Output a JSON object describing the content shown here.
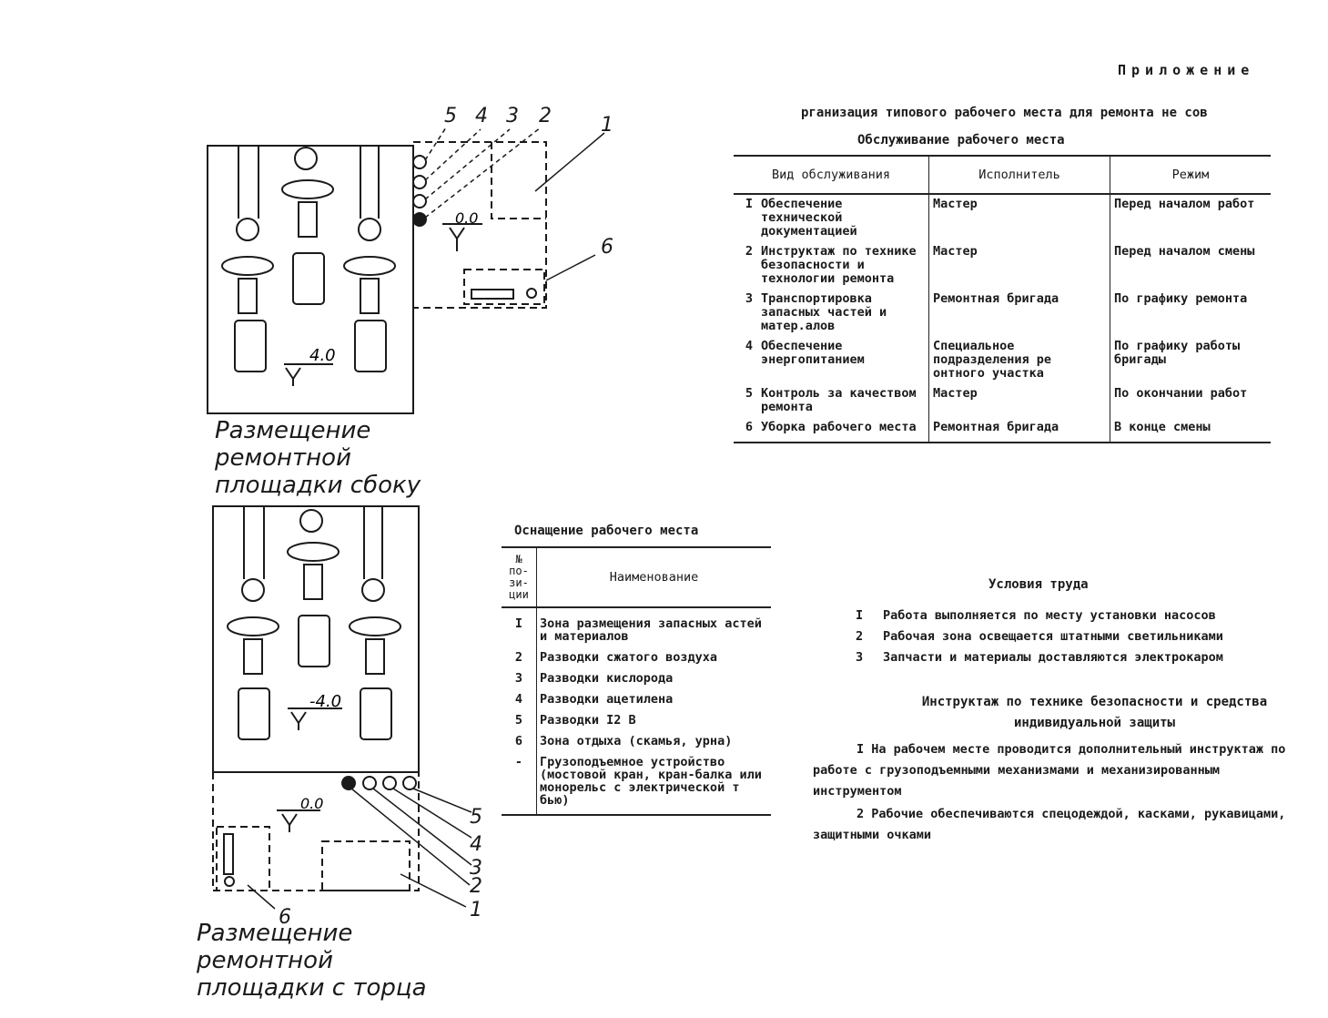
{
  "appendix_label": "Приложение",
  "org_title": "рганизация типового рабочего места для ремонта не сов",
  "service": {
    "caption": "Обслуживание рабочего места",
    "headers": [
      "Вид обслуживания",
      "Исполнитель",
      "Режим"
    ],
    "rows": [
      {
        "num": "I",
        "vid": "Обеспечение технической документацией",
        "isp": "Мастер",
        "rezhim": "Перед началом работ"
      },
      {
        "num": "2",
        "vid": "Инструктаж по технике безопасности и технологии ремонта",
        "isp": "Мастер",
        "rezhim": "Перед началом смены"
      },
      {
        "num": "3",
        "vid": "Транспортировка запасных частей и матер.алов",
        "isp": "Ремонтная бригада",
        "rezhim": "По графику ремонта"
      },
      {
        "num": "4",
        "vid": "Обеспечение энергопитанием",
        "isp": "Специальное подразделения ре онтного участка",
        "rezhim": "По графику работы бригады"
      },
      {
        "num": "5",
        "vid": "Контроль за качеством ремонта",
        "isp": "Мастер",
        "rezhim": "По окончании работ"
      },
      {
        "num": "6",
        "vid": "Уборка рабочего места",
        "isp": "Ремонтная бригада",
        "rezhim": "В конце смены"
      }
    ]
  },
  "equipment": {
    "caption": "Оснащение рабочего места",
    "header_no": "№ по- зи- ции",
    "header_name": "Наименование",
    "rows": [
      {
        "num": "I",
        "name": "Зона размещения запасных астей и материалов"
      },
      {
        "num": "2",
        "name": "Разводки сжатого воздуха"
      },
      {
        "num": "3",
        "name": "Разводки кислорода"
      },
      {
        "num": "4",
        "name": "Разводки ацетилена"
      },
      {
        "num": "5",
        "name": "Разводки I2 В"
      },
      {
        "num": "6",
        "name": "Зона отдыха (скамья, урна)"
      },
      {
        "num": "-",
        "name": "Грузоподъемное устройство (мостовой кран, кран-балка или монорельс с электрической т бью)"
      }
    ]
  },
  "conditions": {
    "title": "Условия труда",
    "items": [
      {
        "num": "I",
        "text": "Работа выполняется по месту установки насосов"
      },
      {
        "num": "2",
        "text": "Рабочая зона освещается штатными светильниками"
      },
      {
        "num": "3",
        "text": "Запчасти и материалы доставляются электрокаром"
      }
    ]
  },
  "safety": {
    "title": "Инструктаж по технике безопасности и средства индивидуальной защиты",
    "p1": "I На рабочем месте проводится дополнительный инструктаж по работе с грузоподъемными механизмами и механизированным инструментом",
    "p2": "2 Рабочие обеспечиваются спецодеждой, касками, рукавицами, защитными очками"
  },
  "drawing_side": {
    "caption": "Размещение ремонтной площадки сбоку",
    "callouts": [
      "5",
      "4",
      "3",
      "2",
      "1",
      "6"
    ],
    "level_top": "0.0",
    "level_floor": "4.0"
  },
  "drawing_end": {
    "caption": "Размещение ремонтной площадки с торца",
    "callouts": [
      "5",
      "4",
      "3",
      "2",
      "1",
      "6"
    ],
    "level_top": "0.0",
    "level_floor": "-4.0"
  }
}
